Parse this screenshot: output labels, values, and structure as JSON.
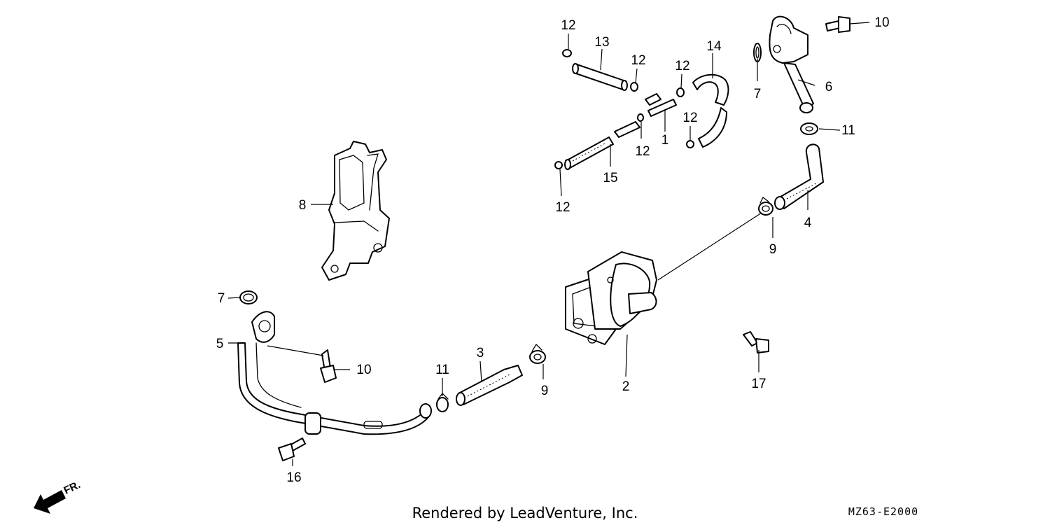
{
  "diagram": {
    "callouts": [
      "1",
      "2",
      "3",
      "4",
      "5",
      "6",
      "7",
      "8",
      "9",
      "10",
      "11",
      "12",
      "13",
      "14",
      "15",
      "16",
      "17"
    ],
    "direction_label": "FR.",
    "credit": "Rendered by LeadVenture, Inc.",
    "diagram_code": "MZ63-E2000"
  }
}
